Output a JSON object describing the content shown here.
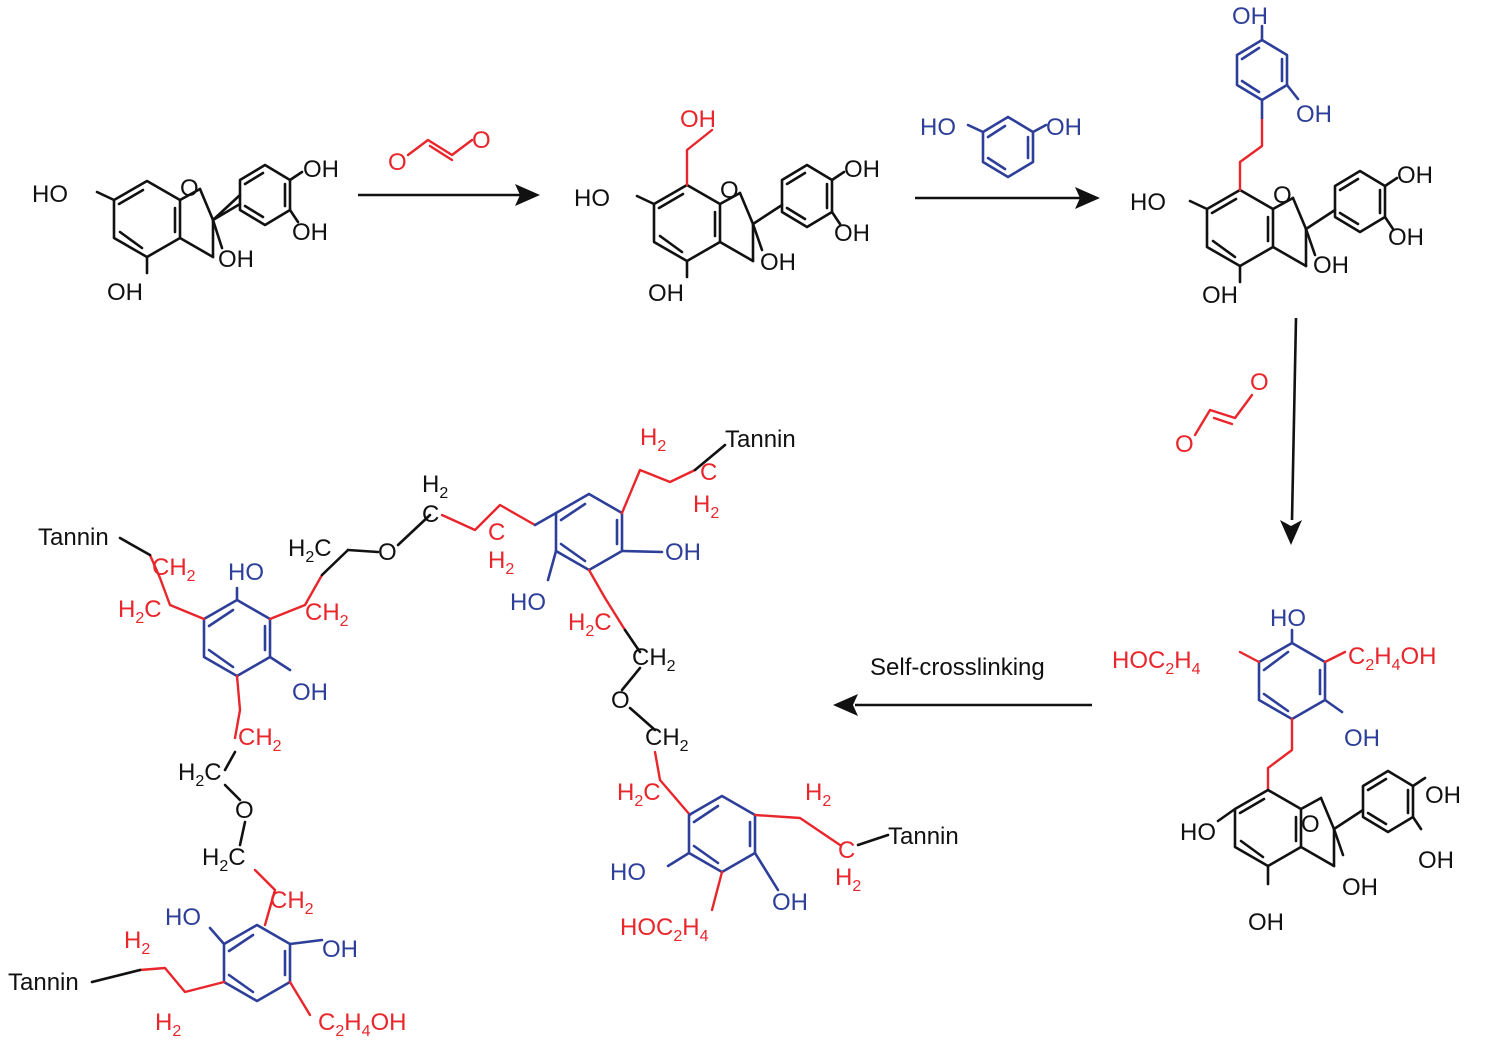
{
  "labels": {
    "oh": "OH",
    "ho": "HO",
    "o": "O",
    "tannin": "Tannin",
    "h2": "H",
    "h2_sub": "2",
    "hoc2h4_a": "HOC",
    "c2h4oh_a": "C",
    "sub2": "2",
    "sub4": "4",
    "ch2_c": "CH",
    "h2c": "H",
    "c_letter": "C",
    "self_crosslinking": "Self-crosslinking"
  },
  "colors": {
    "catechin": "#111111",
    "glyoxal": "#e8262b",
    "resorcinol": "#2e3f9a"
  }
}
